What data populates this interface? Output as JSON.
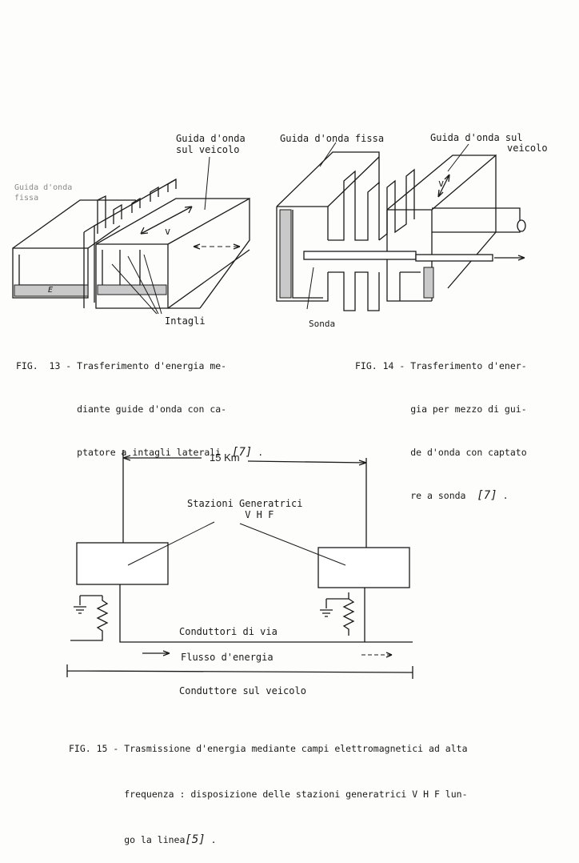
{
  "fig13": {
    "label_vehicle_1": "Guida d'onda",
    "label_vehicle_2": "sul veicolo",
    "label_fixed_1": "Guida d'onda",
    "label_fixed_2": "fissa",
    "label_v": "v",
    "label_e": "E",
    "label_slots": "Intagli",
    "caption_lines": [
      "FIG.  13 - Trasferimento d'energia me-",
      "           diante guide d'onda con ca-",
      "           ptatore a intagli laterali"
    ],
    "ref": "7"
  },
  "fig14": {
    "label_fixed": "Guida d'onda fissa",
    "label_vehicle_1": "Guida d'onda sul",
    "label_vehicle_2": "veicolo",
    "label_v": "v",
    "label_probe": "Sonda",
    "caption_lines": [
      "FIG. 14 - Trasferimento d'ener-",
      "          gia per mezzo di gui-",
      "          de d'onda con captato",
      "          re a sonda"
    ],
    "ref": "7"
  },
  "fig15": {
    "distance": "15 Km",
    "stations_1": "Stazioni Generatrici",
    "stations_2": "V H F",
    "track_conductors": "Conduttori di via",
    "energy_flow": "Flusso d'energia",
    "vehicle_conductor": "Conduttore sul veicolo",
    "caption_lines": [
      "FIG. 15 - Trasmissione d'energia mediante campi elettromagnetici ad alta",
      "          frequenza : disposizione delle stazioni generatrici V H F lun-",
      "          go la linea"
    ],
    "ref": "5"
  }
}
